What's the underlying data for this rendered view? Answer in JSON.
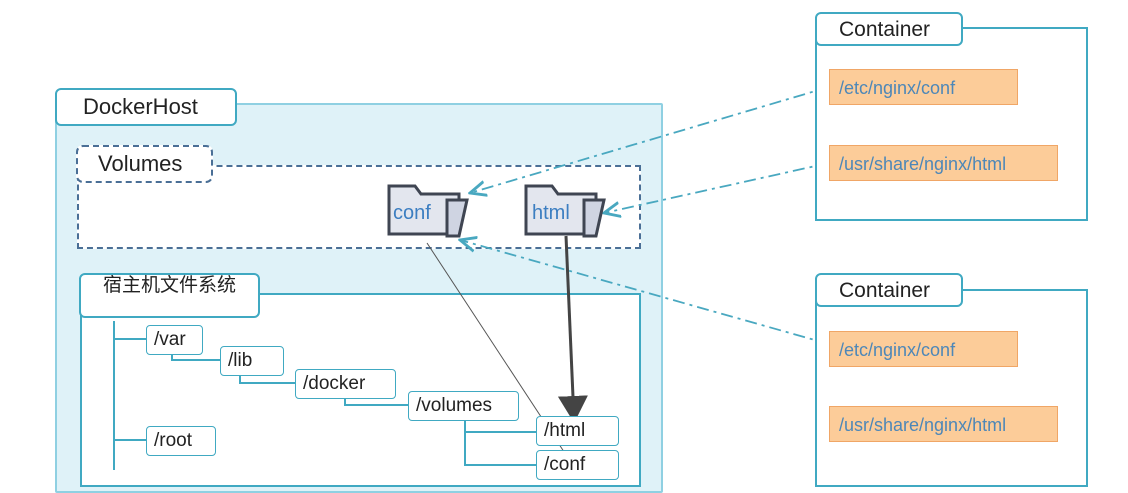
{
  "docker_host": {
    "title": "DockerHost"
  },
  "volumes": {
    "title": "Volumes",
    "folders": [
      {
        "label": "conf"
      },
      {
        "label": "html"
      }
    ]
  },
  "host_fs": {
    "title": "宿主机文件系统",
    "nodes": {
      "var": "/var",
      "lib": "/lib",
      "docker": "/docker",
      "volumes": "/volumes",
      "html": "/html",
      "conf": "/conf",
      "root": "/root"
    }
  },
  "containers": [
    {
      "title": "Container",
      "paths": [
        "/etc/nginx/conf",
        "/usr/share/nginx/html"
      ]
    },
    {
      "title": "Container",
      "paths": [
        "/etc/nginx/conf",
        "/usr/share/nginx/html"
      ]
    }
  ],
  "colors": {
    "host_fill": "#dff2f8",
    "frame": "#40a9c2",
    "dashed": "#4a6f96",
    "path_fill": "#fccc99",
    "path_text": "#4d87b8",
    "link": "#49a8c0"
  },
  "icons": [
    "folder-icon"
  ]
}
